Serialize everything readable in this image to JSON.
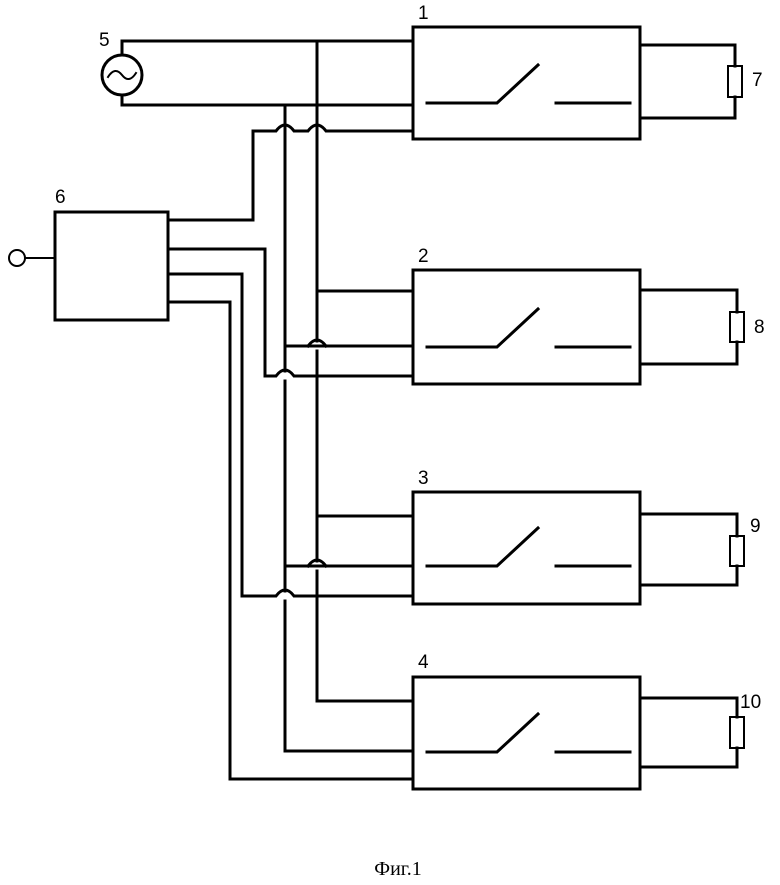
{
  "labels": {
    "switch_1": "1",
    "switch_2": "2",
    "switch_3": "3",
    "switch_4": "4",
    "source": "5",
    "controller": "6",
    "load_7": "7",
    "load_8": "8",
    "load_9": "9",
    "load_10": "10"
  },
  "caption": "Фиг.1"
}
